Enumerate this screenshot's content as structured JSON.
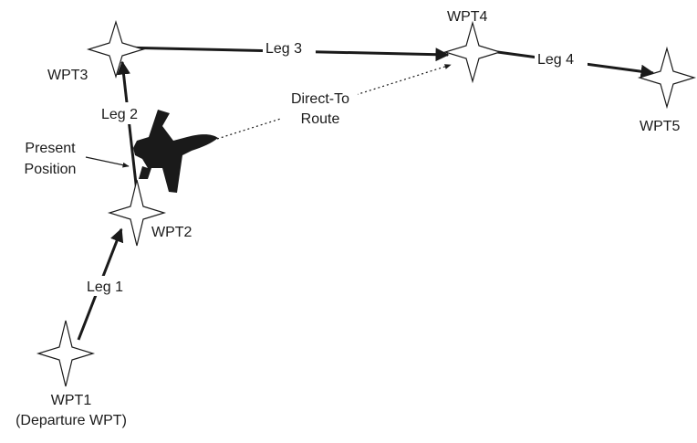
{
  "waypoints": {
    "wpt1": {
      "line1": "WPT1",
      "line2": "(Departure WPT)"
    },
    "wpt2": {
      "label": "WPT2"
    },
    "wpt3": {
      "label": "WPT3"
    },
    "wpt4": {
      "label": "WPT4"
    },
    "wpt5": {
      "label": "WPT5"
    }
  },
  "legs": {
    "leg1": "Leg 1",
    "leg2": "Leg 2",
    "leg3": "Leg 3",
    "leg4": "Leg 4"
  },
  "direct_to": {
    "line1": "Direct-To",
    "line2": "Route"
  },
  "present_position": {
    "line1": "Present",
    "line2": "Position"
  },
  "colors": {
    "ink": "#1a1a1a",
    "background": "#ffffff"
  }
}
